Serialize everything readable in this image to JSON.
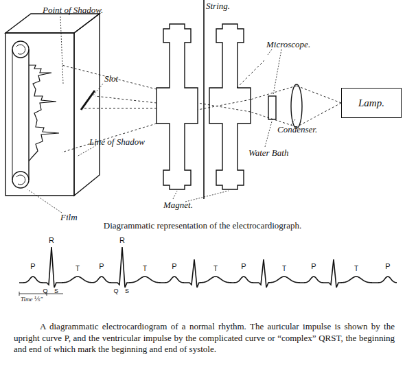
{
  "diagram": {
    "caption": "A diagrammatic electrocardiogram of a normal rhythm. The auricular impulse is shown by the upright curve P, and the ventricular impulse by the complicated curve or “complex” QRST, the beginning and end of which mark the beginning and end of systole.",
    "nodes": [
      {
        "text": [
          "Lamp."
        ]
      }
    ],
    "labels": [
      "Point of Shadow.",
      "String.",
      "Slot",
      "Microscope.",
      "Line of Shadow",
      "Condenser.",
      "Water Bath",
      "Magnet.",
      "Film",
      "Diagrammatic representation of the electrocardiograph.",
      "P",
      "R",
      "T",
      "P",
      "R",
      "T",
      "P",
      "T",
      "P",
      "T",
      "P",
      "T",
      "P",
      "Q",
      "S",
      "Q",
      "S",
      "Time ⅕\""
    ]
  }
}
